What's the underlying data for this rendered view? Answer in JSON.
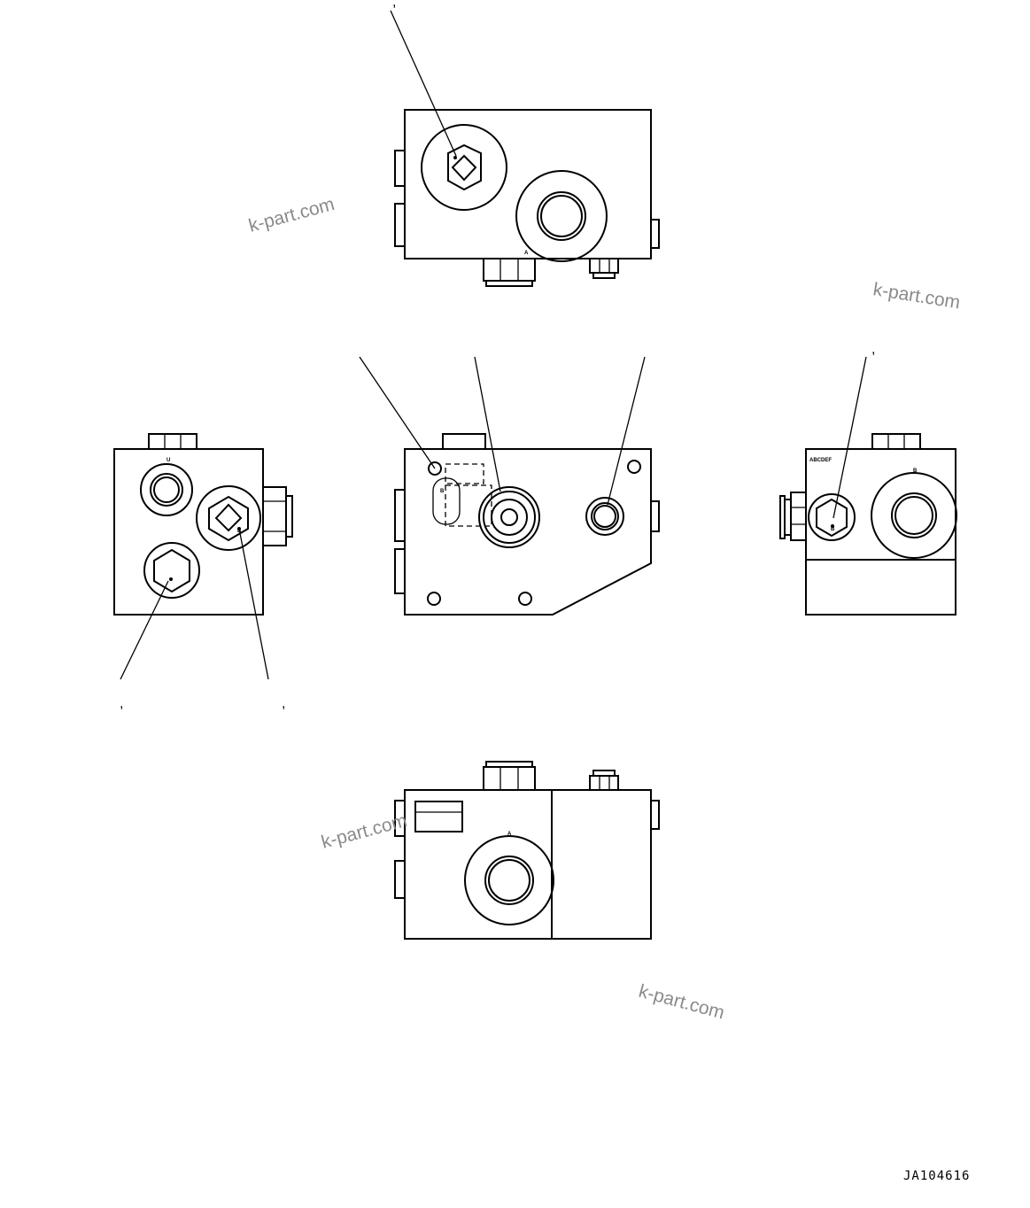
{
  "watermark": "k-part.com",
  "callout_marks": {
    "top_view": ",",
    "right_view": ",",
    "left_view_a": ",",
    "left_view_b": ","
  },
  "port_labels": {
    "top_view_a": "A",
    "left_view_u": "U",
    "left_view_b": "B",
    "front_view_b": "B",
    "right_view_plate": "ABCDEF",
    "right_view_port": "B",
    "right_view_small": "B",
    "bottom_view_a": "A"
  },
  "document_id": "JA104616"
}
